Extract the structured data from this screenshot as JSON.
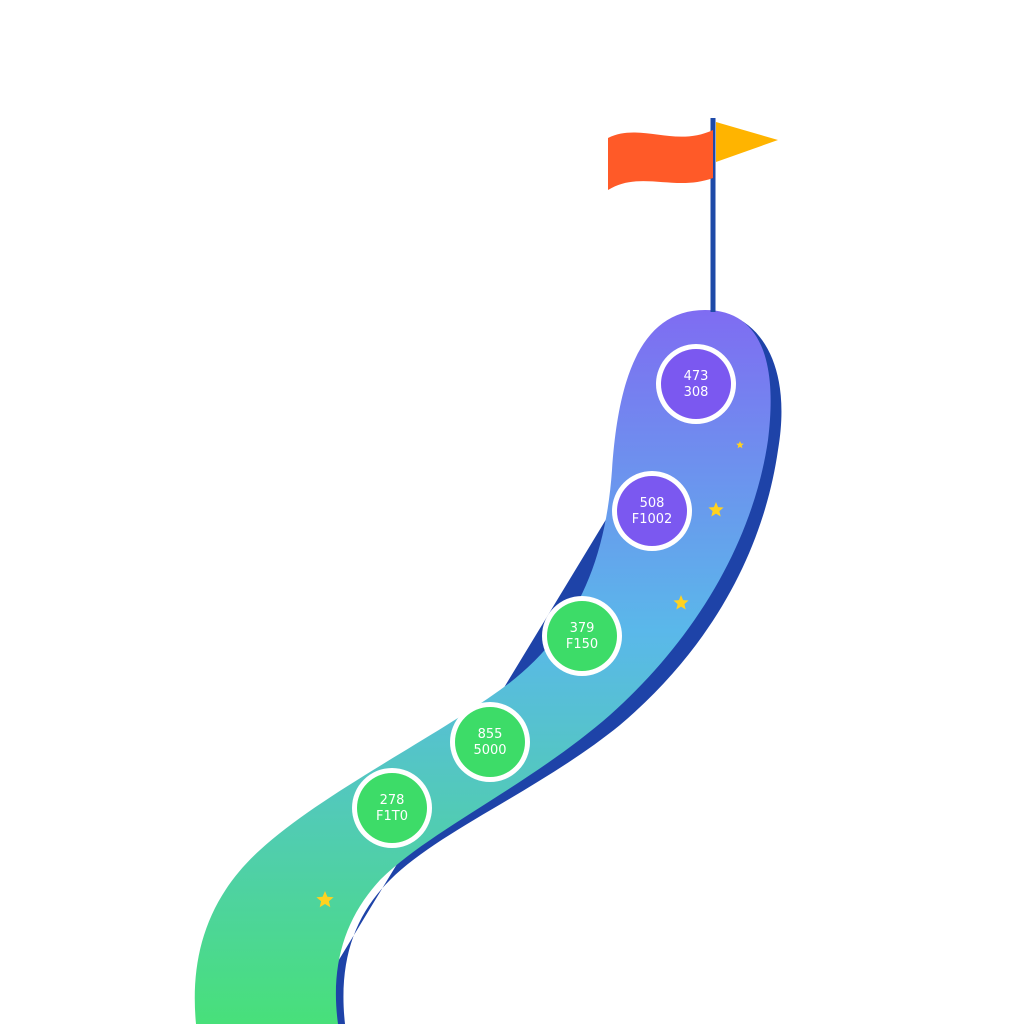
{
  "colors": {
    "path_top": "#7f6cf2",
    "path_mid": "#5ab8ea",
    "path_bottom": "#48e07a",
    "path_edge": "#1e43a8",
    "flag_red": "#ff5a28",
    "flag_yellow": "#ffb400",
    "pole": "#1e4aa8",
    "star": "#ffd21f",
    "node_purple": "#7b58f0",
    "node_green": "#3ddc68",
    "node_ring": "#ffffff"
  },
  "milestones": [
    {
      "line1": "473",
      "line2": "308",
      "color": "purple"
    },
    {
      "line1": "508",
      "line2": "F1002",
      "color": "purple"
    },
    {
      "line1": "379",
      "line2": "F150",
      "color": "green"
    },
    {
      "line1": "855",
      "line2": "5000",
      "color": "green"
    },
    {
      "line1": "278",
      "line2": "F1T0",
      "color": "green"
    }
  ],
  "icons": [
    "flag-icon",
    "star-icon"
  ]
}
